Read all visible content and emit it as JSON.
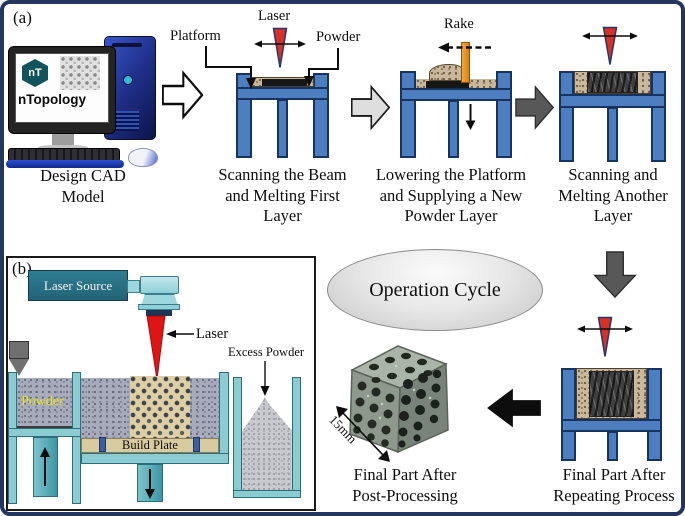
{
  "panel_a": {
    "tag": "(a)",
    "captions": {
      "design": [
        "Design CAD",
        "Model"
      ],
      "step1": [
        "Scanning the Beam",
        "and Melting First",
        "Layer"
      ],
      "step2": [
        "Lowering the Platform",
        "and Supplying a New",
        "Powder Layer"
      ],
      "step3": [
        "Scanning and",
        "Melting Another",
        "Layer"
      ],
      "final_repeat": [
        "Final Part After",
        "Repeating Process"
      ],
      "final_post": [
        "Final Part After",
        "Post-Processing"
      ]
    },
    "labels": {
      "laser": "Laser",
      "platform": "Platform",
      "powder": "Powder",
      "rake": "Rake",
      "operation_cycle": "Operation Cycle",
      "scale": "15mm"
    },
    "logo": {
      "short": "nT",
      "name": "nTopology"
    }
  },
  "panel_b": {
    "tag": "(b)",
    "labels": {
      "laser_source": "Laser Source",
      "laser": "Laser",
      "excess_powder": "Excess Powder",
      "powder": "Powder",
      "build_plate": "Build Plate"
    }
  },
  "colors": {
    "machine_blue": "#4d7ec0",
    "machine_teal": "#8accd2",
    "laser_red": "#d63125",
    "rake_orange": "#dd8a1f",
    "arrow_light": "#dedede",
    "arrow_dark": "#585858",
    "arrow_black": "#0d0d0d",
    "frame_navy": "#24365e"
  }
}
